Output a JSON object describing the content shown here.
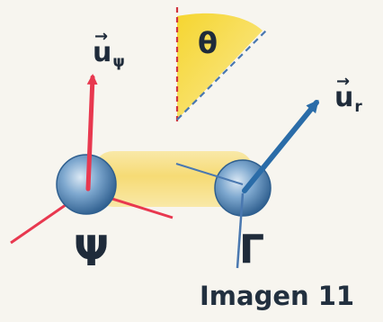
{
  "labels": {
    "theta": "θ",
    "u_psi_base": "u",
    "u_psi_sub": "ψ",
    "u_r_base": "u",
    "u_r_sub": "r",
    "vector_arrow": "→",
    "psi": "Ψ",
    "gamma": "Γ"
  },
  "caption": "Imagen 11",
  "colors": {
    "red_vector": "#e8384f",
    "blue_vector": "#2a6ca8",
    "yellow_fill": "#f5d21a",
    "bond": "#f6d867",
    "atom_fill": "#5f8fb9",
    "dashed_line": "#4a78b0",
    "background": "#f7f5ef"
  },
  "icons": {
    "psi_atom": "sphere-icon",
    "gamma_atom": "sphere-icon"
  }
}
